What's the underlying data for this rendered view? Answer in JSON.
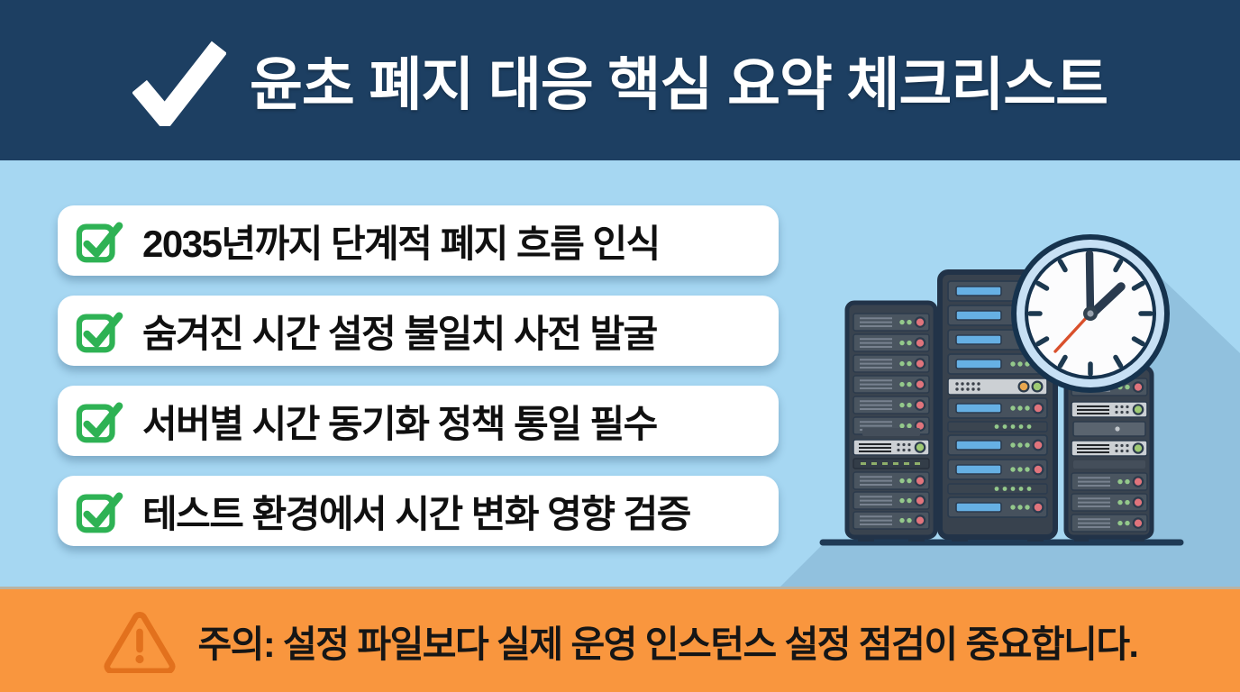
{
  "header": {
    "title": "윤초 폐지 대응 핵심 요약 체크리스트",
    "icon": "check-mark-icon",
    "bg_color": "#1d3f62",
    "text_color": "#ffffff"
  },
  "checklist": {
    "items": [
      {
        "label": "2035년까지 단계적 폐지 흐름 인식",
        "checked": true
      },
      {
        "label": "숨겨진 시간 설정 불일치 사전 발굴",
        "checked": true
      },
      {
        "label": "서버별 시간 동기화 정책 통일 필수",
        "checked": true
      },
      {
        "label": "테스트 환경에서 시간 변화 영향 검증",
        "checked": true
      }
    ],
    "checkbox_icon": "green-checkbox-icon",
    "checkbox_color": "#2eb254",
    "card_bg": "#ffffff",
    "text_color": "#101010"
  },
  "body": {
    "bg_color": "#a6d7f2",
    "shadow_color": "#8fc0db"
  },
  "illustration": {
    "icons": [
      "server-rack-icon",
      "server-rack-icon",
      "server-rack-icon",
      "wall-clock-icon"
    ],
    "rack_body_color": "#39434f",
    "rack_outline_color": "#223348",
    "rack_panel_blue": "#66b0e4",
    "led_green": "#94c98b",
    "led_red": "#e0747c",
    "clock_face_color": "#fcfcfd",
    "clock_rim_color": "#c7e0f4",
    "clock_outline_color": "#16334e",
    "clock_second_hand_color": "#d9502c"
  },
  "footer": {
    "text": "주의: 설정 파일보다 실제 운영 인스턴스 설정 점검이 중요합니다.",
    "icon": "warning-triangle-icon",
    "icon_color": "#e2711d",
    "bg_color": "#f9963e",
    "text_color": "#161616"
  }
}
